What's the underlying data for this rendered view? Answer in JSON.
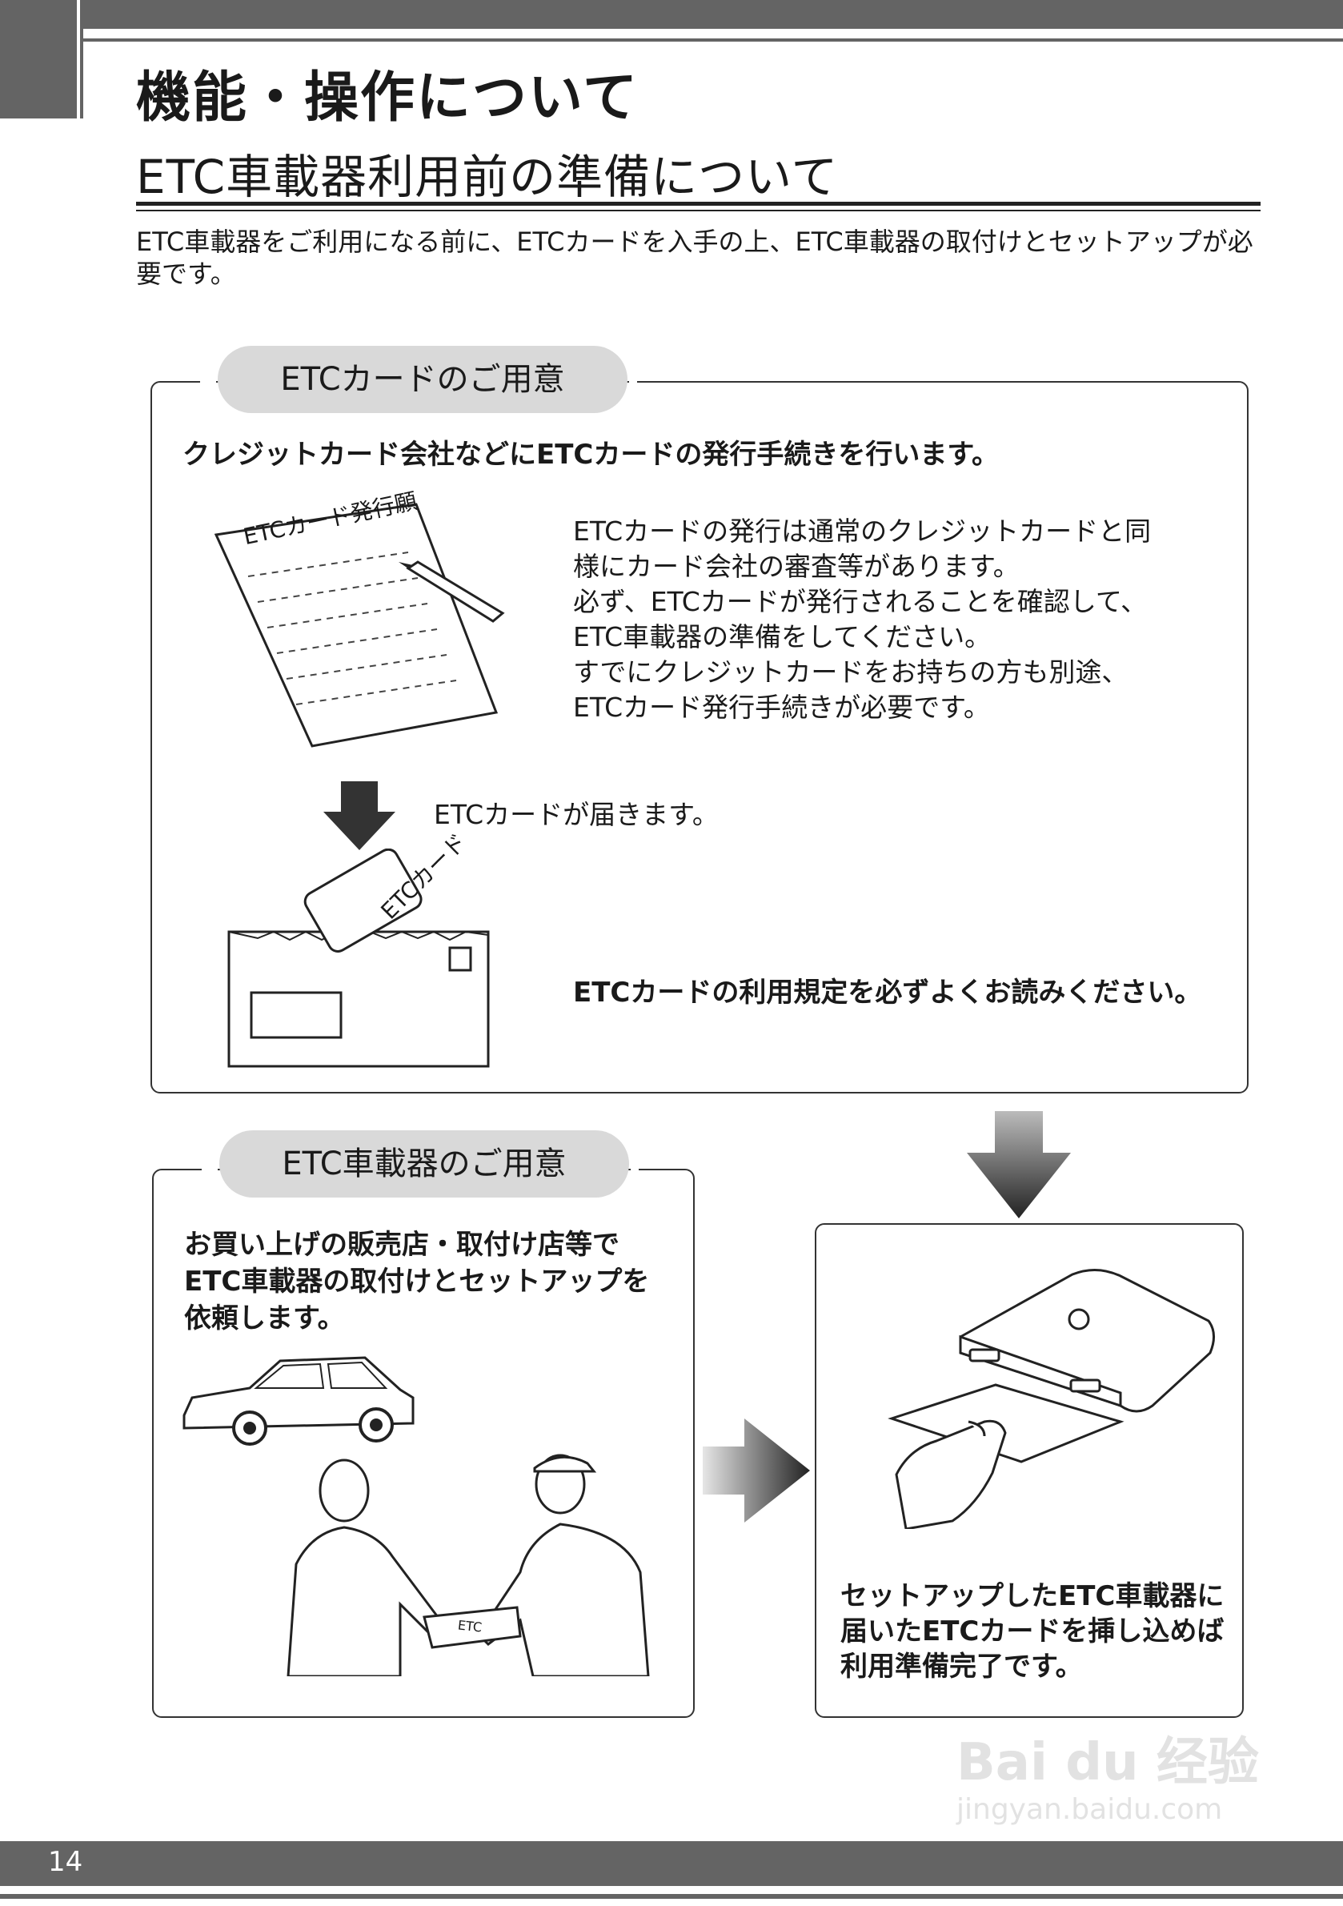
{
  "header": {
    "title": "機能・操作について",
    "subtitle": "ETC車載器利用前の準備について",
    "intro": "ETC車載器をご利用になる前に、ETCカードを入手の上、ETC車載器の取付けとセットアップが必要です。"
  },
  "card_section": {
    "pill": "ETCカードのご用意",
    "lead": "クレジットカード会社などにETCカードの発行手続きを行います。",
    "form_label": "ETCカード発行願",
    "description": [
      "ETCカードの発行は通常のクレジットカードと同",
      "様にカード会社の審査等があります。",
      "必ず、ETCカードが発行されることを確認して、",
      "ETC車載器の準備をしてください。",
      "すでにクレジットカードをお持ちの方も別途、",
      "ETCカード発行手続きが必要です。"
    ],
    "arrive_text": "ETCカードが届きます。",
    "card_label": "ETCカード",
    "terms_text": "ETCカードの利用規定を必ずよくお読みください。"
  },
  "device_section": {
    "pill": "ETC車載器のご用意",
    "lead": [
      "お買い上げの販売店・取付け店等で",
      "ETC車載器の取付けとセットアップを",
      "依頼します。"
    ],
    "box_label": "ETC"
  },
  "complete_section": {
    "text": [
      "セットアップしたETC車載器に",
      "届いたETCカードを挿し込めば",
      "利用準備完了です。"
    ]
  },
  "footer": {
    "page_number": "14",
    "watermark_main": "Bai du 经验",
    "watermark_sub": "jingyan.baidu.com"
  }
}
